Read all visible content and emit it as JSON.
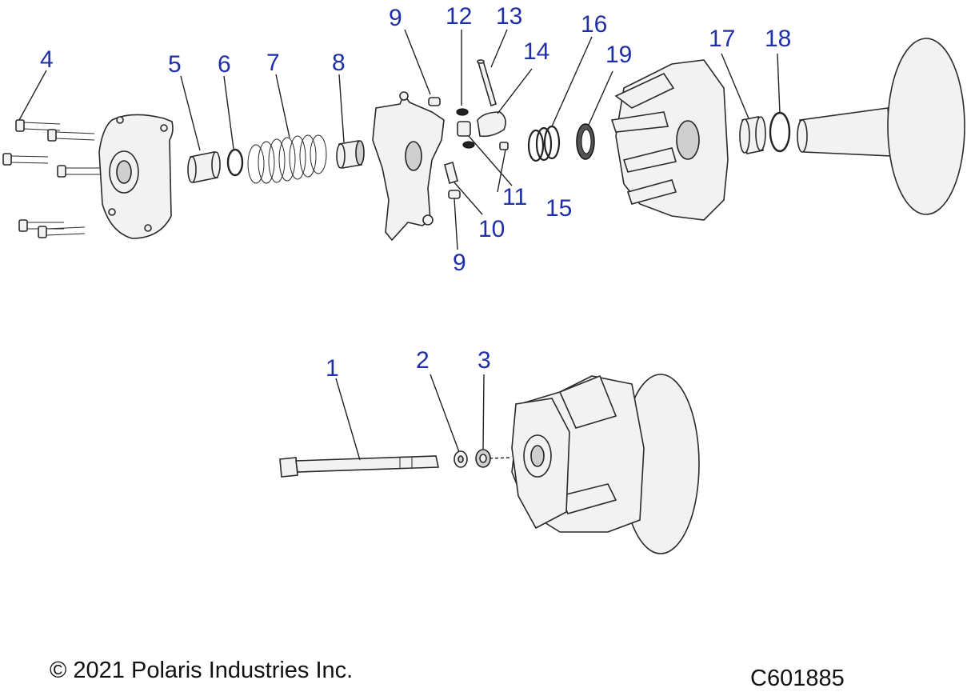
{
  "diagram": {
    "callouts": [
      {
        "id": "1",
        "label": "1"
      },
      {
        "id": "2",
        "label": "2"
      },
      {
        "id": "3",
        "label": "3"
      },
      {
        "id": "4",
        "label": "4"
      },
      {
        "id": "5",
        "label": "5"
      },
      {
        "id": "6",
        "label": "6"
      },
      {
        "id": "7",
        "label": "7"
      },
      {
        "id": "8",
        "label": "8"
      },
      {
        "id": "9a",
        "label": "9"
      },
      {
        "id": "9b",
        "label": "9"
      },
      {
        "id": "10",
        "label": "10"
      },
      {
        "id": "11",
        "label": "11"
      },
      {
        "id": "12",
        "label": "12"
      },
      {
        "id": "13",
        "label": "13"
      },
      {
        "id": "14",
        "label": "14"
      },
      {
        "id": "15",
        "label": "15"
      },
      {
        "id": "16",
        "label": "16"
      },
      {
        "id": "17",
        "label": "17"
      },
      {
        "id": "18",
        "label": "18"
      },
      {
        "id": "19",
        "label": "19"
      }
    ],
    "colors": {
      "callout": "#1f2fa8",
      "line": "#222222",
      "part_fill": "#f2f2f2"
    }
  },
  "footer": {
    "copyright": "© 2021 Polaris Industries Inc.",
    "diagram_code": "C601885"
  }
}
